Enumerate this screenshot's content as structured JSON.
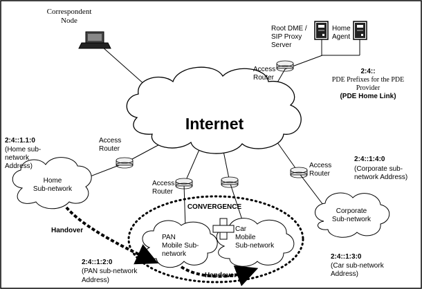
{
  "nodes": {
    "correspondent": {
      "line1": "Correspondent",
      "line2": "Node"
    },
    "root_dme": {
      "line1": "Root DME /",
      "line2": "SIP Proxy",
      "line3": "Server"
    },
    "home_agent": {
      "line1": "Home",
      "line2": "Agent"
    }
  },
  "internet": {
    "label": "Internet"
  },
  "routers": {
    "top_right": {
      "line1": "Access",
      "line2": "Router"
    },
    "left": {
      "line1": "Access",
      "line2": "Router"
    },
    "middle": {
      "line1": "Access",
      "line2": "Router"
    },
    "right": {
      "line1": "Access",
      "line2": "Router"
    }
  },
  "home_link": {
    "prefix": "2:4::",
    "desc1": "PDE Prefixes for the PDE",
    "desc2": "Provider",
    "title": "(PDE Home Link)"
  },
  "home_subnet": {
    "address": "2:4::1.1:0",
    "desc1": "(Home sub-",
    "desc2": "network",
    "desc3": "Address)",
    "cloud1": "Home",
    "cloud2": "Sub-network"
  },
  "corporate_subnet": {
    "address": "2:4::1:4:0",
    "desc1": "(Corporate sub-",
    "desc2": "network Address)",
    "cloud1": "Corporate",
    "cloud2": "Sub-network"
  },
  "convergence": {
    "label": "CONVERGENCE"
  },
  "pan": {
    "line1": "PAN",
    "line2": "Mobile Sub-",
    "line3": "network"
  },
  "car": {
    "line1": "Car",
    "line2": "Mobile",
    "line3": "Sub-network"
  },
  "pan_address": {
    "address": "2:4::1:2:0",
    "desc1": "(PAN sub-network",
    "desc2": "Address)"
  },
  "car_address": {
    "address": "2:4::1:3:0",
    "desc1": "(Car sub-network",
    "desc2": "Address)"
  },
  "handover_left": "Handover",
  "handover_bottom": "Handover"
}
